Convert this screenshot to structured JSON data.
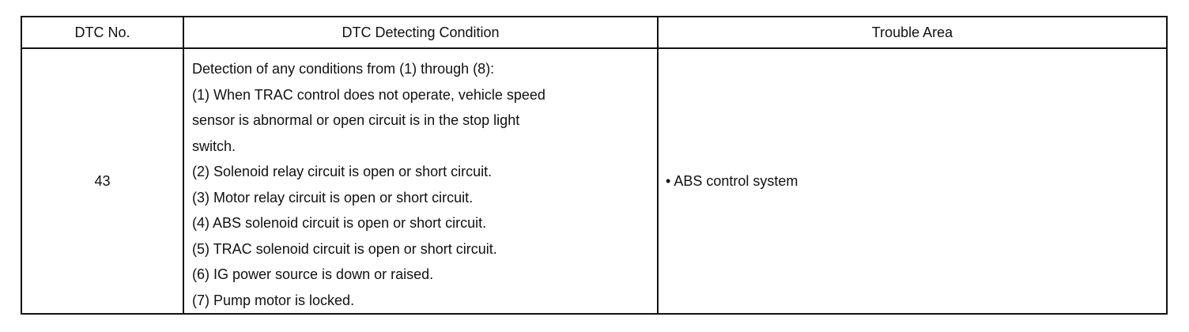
{
  "table": {
    "headers": {
      "dtc_no": "DTC No.",
      "condition": "DTC Detecting Condition",
      "trouble_area": "Trouble Area"
    },
    "row": {
      "dtc_no": "43",
      "condition_lines": [
        "Detection of any conditions from (1) through (8):",
        "(1) When TRAC control does not operate, vehicle speed",
        "sensor is abnormal or open circuit is in the stop light",
        "switch.",
        "(2) Solenoid relay circuit is open or short circuit.",
        "(3) Motor relay circuit is open or short circuit.",
        "(4) ABS solenoid circuit is open or short circuit.",
        "(5) TRAC solenoid circuit is open or short circuit.",
        "(6) IG power source is down or raised.",
        "(7) Pump motor is locked."
      ],
      "trouble_area_bullet": "•",
      "trouble_area": "ABS control system"
    }
  }
}
